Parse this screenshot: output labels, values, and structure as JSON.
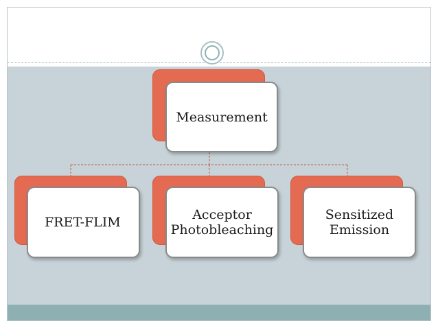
{
  "diagram": {
    "root": {
      "label": "Measurement"
    },
    "children": [
      {
        "label": "FRET-FLIM"
      },
      {
        "label": "Acceptor\nPhotobleaching"
      },
      {
        "label": "Sensitized\nEmission"
      }
    ]
  },
  "colors": {
    "accent_box": "#e46a52",
    "panel": "#c7d3d8",
    "bottom_band": "#8fb0b2",
    "connector": "#c05a4a"
  }
}
